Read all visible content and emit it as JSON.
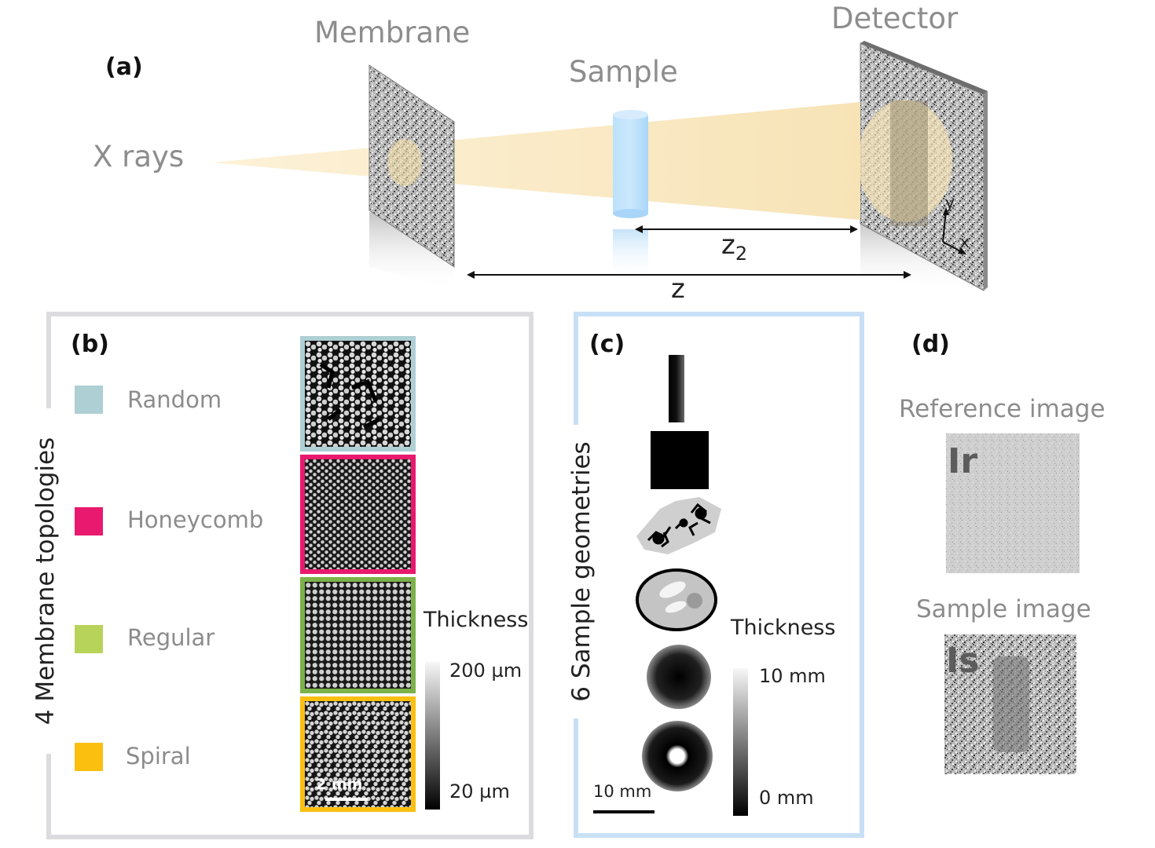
{
  "panel_a": {
    "tag": "(a)",
    "xrays_label": "X rays",
    "membrane_label": "Membrane",
    "sample_label": "Sample",
    "detector_label": "Detector",
    "z2_label": "z",
    "z2_subscript": "2",
    "z_label": "z",
    "axis_y": "y",
    "axis_x": "x"
  },
  "panel_b": {
    "tag": "(b)",
    "vertical_label": "4 Membrane topologies",
    "topologies": [
      {
        "label": "Random",
        "color": "#aecfd3"
      },
      {
        "label": "Honeycomb",
        "color": "#e8196e"
      },
      {
        "label": "Regular",
        "color": "#b8d35a"
      },
      {
        "label": "Spiral",
        "color": "#fbbf10"
      }
    ],
    "thickness_title": "Thickness",
    "thickness_max": "200 µm",
    "thickness_min": "20 µm",
    "scale_label": "2 mm",
    "frame_color": "#dcdce0"
  },
  "panel_c": {
    "tag": "(c)",
    "vertical_label": "6 Sample geometries",
    "thickness_title": "Thickness",
    "thickness_max": "10 mm",
    "thickness_min": "0 mm",
    "scale_label": "10 mm",
    "frame_color": "#c8e0f6"
  },
  "panel_d": {
    "tag": "(d)",
    "reference_title": "Reference image",
    "reference_symbol": "Ir",
    "sample_title": "Sample image",
    "sample_symbol": "Is"
  }
}
